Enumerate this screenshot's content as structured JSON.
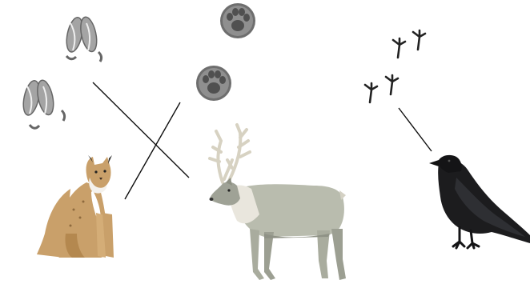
{
  "scene": {
    "background": "#ffffff",
    "tracks": [
      {
        "kind": "hoof-print-icon",
        "count": 2,
        "color": "#9a9a9a"
      },
      {
        "kind": "paw-print-icon",
        "count": 2,
        "color": "#8c8c8c"
      },
      {
        "kind": "bird-track-icon",
        "count": 4,
        "color": "#222222"
      }
    ],
    "animals": [
      {
        "kind": "lynx-icon",
        "color": "#c9a06a"
      },
      {
        "kind": "reindeer-icon",
        "color": "#b9bcae"
      },
      {
        "kind": "raven-icon",
        "color": "#1c1c1e"
      }
    ],
    "matching_lines": [
      {
        "from": "hoof-prints",
        "to": "reindeer"
      },
      {
        "from": "paw-prints",
        "to": "lynx"
      },
      {
        "from": "bird-tracks",
        "to": "raven"
      }
    ]
  }
}
